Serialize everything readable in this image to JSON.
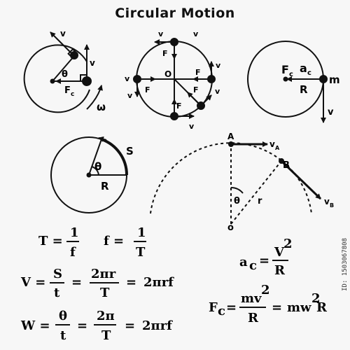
{
  "title": "Circular Motion",
  "watermark": "ID: 1503067808",
  "diagram1": {
    "v": "v",
    "theta": "θ",
    "fc": "F",
    "fc_sub": "c",
    "omega": "ω"
  },
  "diagram2": {
    "v": "v",
    "F": "F",
    "O": "O"
  },
  "diagram3": {
    "fc": "F",
    "fc_sub": "c",
    "ac": "a",
    "ac_sub": "c",
    "R": "R",
    "m": "m",
    "v": "v"
  },
  "diagram4": {
    "S": "S",
    "theta": "θ",
    "R": "R"
  },
  "diagram5": {
    "A": "A",
    "B": "B",
    "vA": "v",
    "vA_sub": "A",
    "vB": "v",
    "vB_sub": "B",
    "theta": "θ",
    "r": "r",
    "O": "o"
  },
  "equations": {
    "T_lhs": "T =",
    "T_num": "1",
    "T_den": "f",
    "f_lhs": "f =",
    "f_num": "1",
    "f_den": "T",
    "v_lhs": "V =",
    "v_num1": "S",
    "v_den1": "t",
    "eq1": "=",
    "v_num2": "2πr",
    "v_den2": "T",
    "eq2": "=",
    "v_tail": "2πrf",
    "w_lhs": "W =",
    "w_num1": "θ",
    "w_den1": "t",
    "eq3": "=",
    "w_num2": "2π",
    "w_den2": "T",
    "eq4": "=",
    "w_tail": "2πrf",
    "ac_lhs": "a",
    "ac_sub": "c",
    "ac_eq": "=",
    "ac_num": "V",
    "ac_pow": "2",
    "ac_den": "R",
    "fc_lhs": "F",
    "fc_sub": "c",
    "fc_eq": "=",
    "fc_num": "mv",
    "fc_pow": "2",
    "fc_den": "R",
    "fc_eq2": "=",
    "fc_tail": "mw",
    "fc_tail_pow": "2",
    "fc_tail_end": "R"
  }
}
